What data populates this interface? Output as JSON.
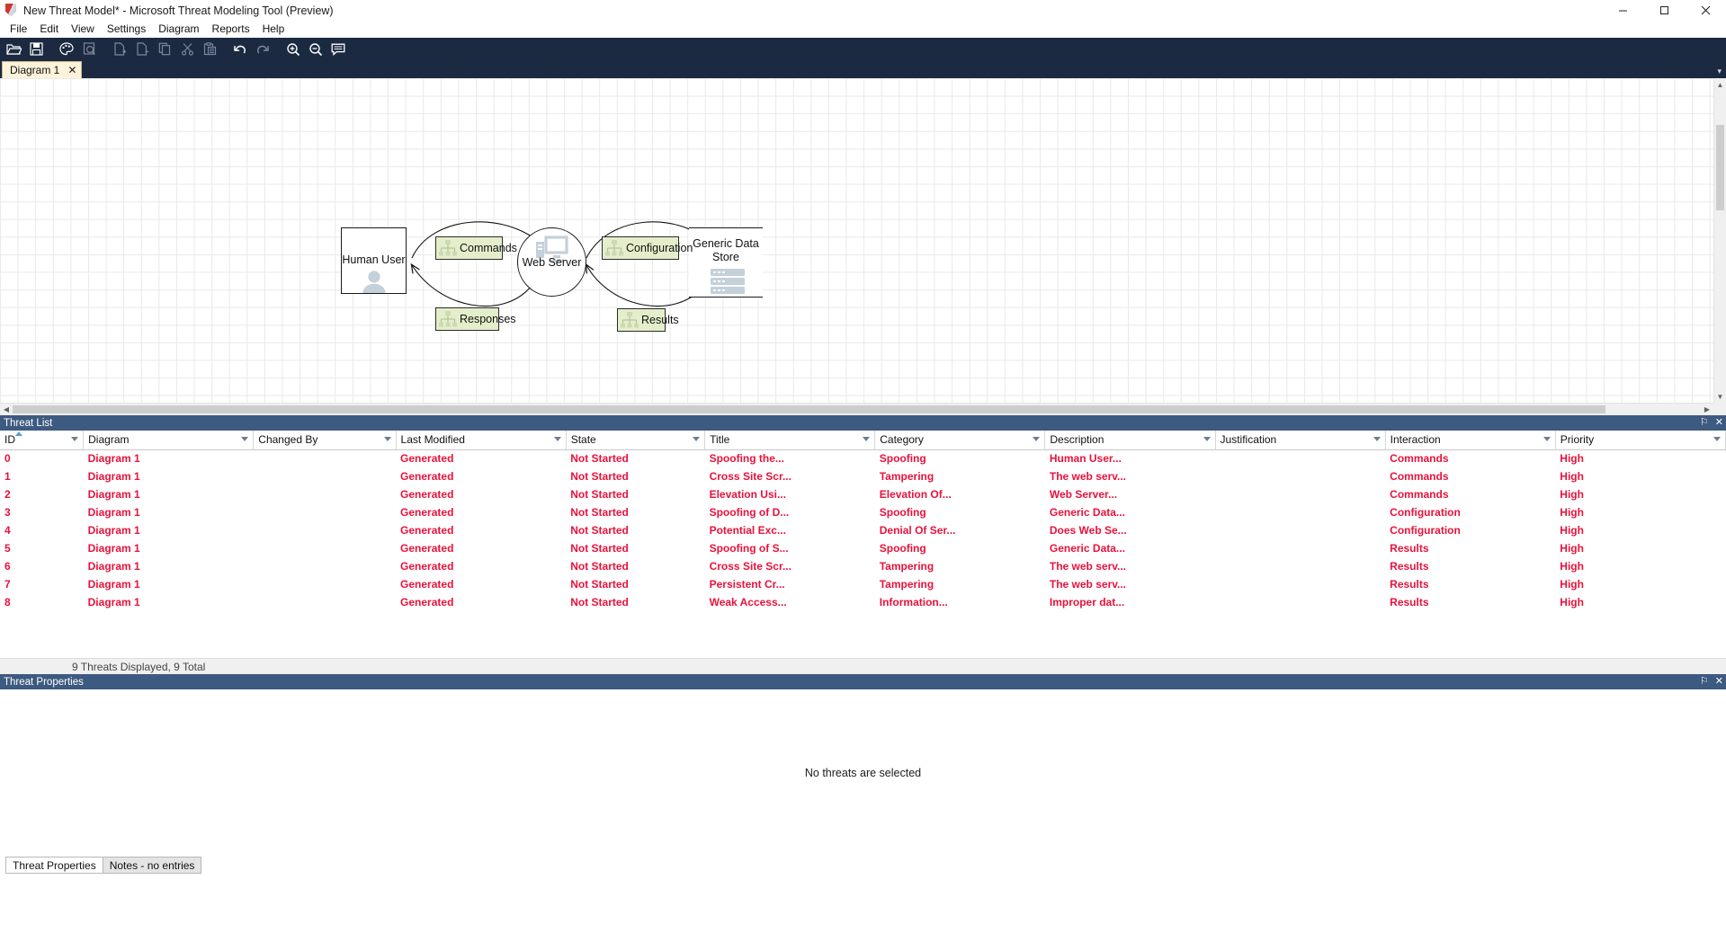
{
  "window": {
    "title": "New Threat Model* - Microsoft Threat Modeling Tool  (Preview)",
    "app_icon": "threat-modeling-tool-icon",
    "minimize_label": "Minimize",
    "maximize_label": "Maximize",
    "close_label": "Close"
  },
  "menubar": {
    "items": [
      {
        "label": "File"
      },
      {
        "label": "Edit"
      },
      {
        "label": "View"
      },
      {
        "label": "Settings"
      },
      {
        "label": "Diagram"
      },
      {
        "label": "Reports"
      },
      {
        "label": "Help"
      }
    ]
  },
  "toolbar": {
    "buttons": [
      {
        "name": "open-icon",
        "tooltip": "Open",
        "enabled": true
      },
      {
        "name": "save-icon",
        "tooltip": "Save",
        "enabled": true
      },
      {
        "name": "palette-icon",
        "tooltip": "Template",
        "enabled": true
      },
      {
        "name": "view-report-icon",
        "tooltip": "View Report",
        "enabled": false
      },
      {
        "name": "add-diagram-icon",
        "tooltip": "Add Diagram",
        "enabled": false
      },
      {
        "name": "delete-diagram-icon",
        "tooltip": "Delete Diagram",
        "enabled": false
      },
      {
        "name": "copy-diagram-icon",
        "tooltip": "Copy Diagram",
        "enabled": false
      },
      {
        "name": "cut-icon",
        "tooltip": "Cut",
        "enabled": false
      },
      {
        "name": "paste-icon",
        "tooltip": "Paste",
        "enabled": false
      },
      {
        "name": "undo-icon",
        "tooltip": "Undo",
        "enabled": true
      },
      {
        "name": "redo-icon",
        "tooltip": "Redo",
        "enabled": true
      },
      {
        "name": "zoom-in-icon",
        "tooltip": "Zoom In",
        "enabled": true
      },
      {
        "name": "zoom-out-icon",
        "tooltip": "Zoom Out",
        "enabled": true
      },
      {
        "name": "messages-icon",
        "tooltip": "Messages",
        "enabled": true
      }
    ]
  },
  "document_tabs": {
    "tabs": [
      {
        "label": "Diagram 1",
        "close_label": "✕",
        "active": true
      }
    ],
    "overflow_label": "▾"
  },
  "diagram": {
    "nodes": [
      {
        "id": "human-user",
        "label": "Human User",
        "shape": "external-entity",
        "icon": "person-icon"
      },
      {
        "id": "web-server",
        "label": "Web Server",
        "shape": "process",
        "icon": "server-screen-icon"
      },
      {
        "id": "generic-data-store",
        "label": "Generic Data\nStore",
        "shape": "data-store",
        "icon": "database-icon"
      }
    ],
    "flows": [
      {
        "id": "commands",
        "label": "Commands",
        "from": "human-user",
        "to": "web-server",
        "icon": "network-flow-icon"
      },
      {
        "id": "responses",
        "label": "Responses",
        "from": "web-server",
        "to": "human-user",
        "icon": "network-flow-icon"
      },
      {
        "id": "configuration",
        "label": "Configuration",
        "from": "web-server",
        "to": "generic-data-store",
        "icon": "network-flow-icon"
      },
      {
        "id": "results",
        "label": "Results",
        "from": "generic-data-store",
        "to": "web-server",
        "icon": "network-flow-icon"
      }
    ]
  },
  "threat_list": {
    "pane_title": "Threat List",
    "pin_label": "⚐",
    "close_label": "✕",
    "columns": [
      {
        "key": "id",
        "label": "ID",
        "width": 48,
        "filter": true,
        "sorted": "asc"
      },
      {
        "key": "diagram",
        "label": "Diagram",
        "width": 98,
        "filter": true
      },
      {
        "key": "changed_by",
        "label": "Changed By",
        "width": 82,
        "filter": true
      },
      {
        "key": "last_modified",
        "label": "Last Modified",
        "width": 98,
        "filter": true
      },
      {
        "key": "state",
        "label": "State",
        "width": 80,
        "filter": true
      },
      {
        "key": "title",
        "label": "Title",
        "width": 98,
        "filter": true
      },
      {
        "key": "category",
        "label": "Category",
        "width": 98,
        "filter": true
      },
      {
        "key": "description",
        "label": "Description",
        "width": 98,
        "filter": true
      },
      {
        "key": "justification",
        "label": "Justification",
        "width": 98,
        "filter": true
      },
      {
        "key": "interaction",
        "label": "Interaction",
        "width": 98,
        "filter": true
      },
      {
        "key": "priority",
        "label": "Priority",
        "width": 98,
        "filter": true
      }
    ],
    "rows": [
      {
        "id": "0",
        "diagram": "Diagram 1",
        "changed_by": "",
        "last_modified": "Generated",
        "state": "Not Started",
        "title": "Spoofing the...",
        "category": "Spoofing",
        "description": "Human User...",
        "justification": "",
        "interaction": "Commands",
        "priority": "High"
      },
      {
        "id": "1",
        "diagram": "Diagram 1",
        "changed_by": "",
        "last_modified": "Generated",
        "state": "Not Started",
        "title": "Cross Site Scr...",
        "category": "Tampering",
        "description": "The web serv...",
        "justification": "",
        "interaction": "Commands",
        "priority": "High"
      },
      {
        "id": "2",
        "diagram": "Diagram 1",
        "changed_by": "",
        "last_modified": "Generated",
        "state": "Not Started",
        "title": "Elevation Usi...",
        "category": "Elevation Of...",
        "description": "Web Server...",
        "justification": "",
        "interaction": "Commands",
        "priority": "High"
      },
      {
        "id": "3",
        "diagram": "Diagram 1",
        "changed_by": "",
        "last_modified": "Generated",
        "state": "Not Started",
        "title": "Spoofing of D...",
        "category": "Spoofing",
        "description": "Generic Data...",
        "justification": "",
        "interaction": "Configuration",
        "priority": "High"
      },
      {
        "id": "4",
        "diagram": "Diagram 1",
        "changed_by": "",
        "last_modified": "Generated",
        "state": "Not Started",
        "title": "Potential Exc...",
        "category": "Denial Of Ser...",
        "description": "Does Web Se...",
        "justification": "",
        "interaction": "Configuration",
        "priority": "High"
      },
      {
        "id": "5",
        "diagram": "Diagram 1",
        "changed_by": "",
        "last_modified": "Generated",
        "state": "Not Started",
        "title": "Spoofing of S...",
        "category": "Spoofing",
        "description": "Generic Data...",
        "justification": "",
        "interaction": "Results",
        "priority": "High"
      },
      {
        "id": "6",
        "diagram": "Diagram 1",
        "changed_by": "",
        "last_modified": "Generated",
        "state": "Not Started",
        "title": "Cross Site Scr...",
        "category": "Tampering",
        "description": "The web serv...",
        "justification": "",
        "interaction": "Results",
        "priority": "High"
      },
      {
        "id": "7",
        "diagram": "Diagram 1",
        "changed_by": "",
        "last_modified": "Generated",
        "state": "Not Started",
        "title": "Persistent Cr...",
        "category": "Tampering",
        "description": "The web serv...",
        "justification": "",
        "interaction": "Results",
        "priority": "High"
      },
      {
        "id": "8",
        "diagram": "Diagram 1",
        "changed_by": "",
        "last_modified": "Generated",
        "state": "Not Started",
        "title": "Weak Access...",
        "category": "Information...",
        "description": "Improper dat...",
        "justification": "",
        "interaction": "Results",
        "priority": "High"
      }
    ],
    "status": "9 Threats Displayed, 9 Total"
  },
  "threat_properties": {
    "pane_title": "Threat Properties",
    "pin_label": "⚐",
    "close_label": "✕",
    "empty_message": "No threats are selected",
    "tabs": [
      {
        "label": "Threat Properties",
        "active": true
      },
      {
        "label": "Notes - no entries",
        "active": false
      }
    ]
  },
  "colors": {
    "titlebar_bg": "#ffffff",
    "toolbar_bg": "#1b2a41",
    "pane_header_bg": "#3d5a80",
    "row_text": "#e8123c",
    "tab_bg": "#fdf3db",
    "flow_label_bg": "#e4eeca",
    "grid_line": "#e9e9e9"
  }
}
